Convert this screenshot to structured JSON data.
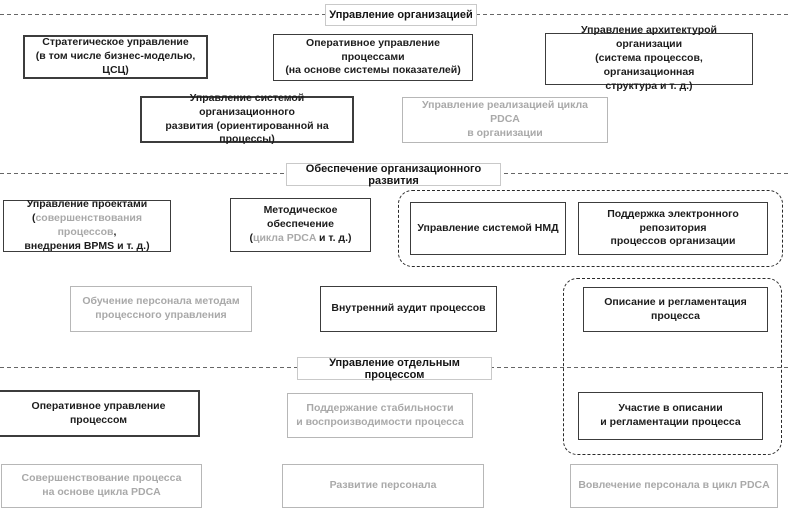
{
  "colors": {
    "active_text": "#1c1c1c",
    "inactive_text": "#a9a9a9",
    "active_border": "#3c3c3c",
    "inactive_border": "#b7b7b7",
    "header_border": "#c9c9c9",
    "divider": "#666666",
    "group_outline": "#2a2a2a",
    "background": "#ffffff"
  },
  "sections": {
    "organization": {
      "header": "Управление организацией",
      "boxes": {
        "strategic": {
          "line1": "Стратегическое управление",
          "line2": "(в том числе бизнес-моделью, ЦСЦ)"
        },
        "operational_processes": {
          "line1": "Оперативное управление процессами",
          "line2": "(на основе системы показателей)"
        },
        "architecture": {
          "line1": "Управление архитектурой организации",
          "line2": "(система процессов, организационная",
          "line3": "структура и т. д.)"
        },
        "org_development_system": {
          "line1": "Управление системой организационного",
          "line2": "развития (ориентированной на процессы)"
        },
        "pdca_realization": {
          "line1": "Управление реализацией цикла PDCA",
          "line2": "в организации"
        }
      }
    },
    "support": {
      "header": "Обеспечение организационного развития",
      "boxes": {
        "projects": {
          "line1": "Управление проектами",
          "line2_open": "(",
          "line2_gray": "совершенствования процессов",
          "line2_comma": ",",
          "line3": "внедрения BPMS и т. д.)"
        },
        "methodical": {
          "line1": "Методическое обеспечение",
          "line2_open": "(",
          "line2_gray": "цикла PDCA",
          "line2_rest": " и т. д.)"
        },
        "nmd_system": {
          "line1": "Управление системой НМД"
        },
        "repository": {
          "line1": "Поддержка электронного репозитория",
          "line2": "процессов организации"
        },
        "training": {
          "line1": "Обучение персонала методам",
          "line2": "процессного управления"
        },
        "audit": {
          "line1": "Внутренний аудит процессов"
        },
        "process_description": {
          "line1": "Описание и регламентация",
          "line2": "процесса"
        }
      }
    },
    "single_process": {
      "header": "Управление отдельным процессом",
      "boxes": {
        "operational": {
          "line1": "Оперативное управление процессом"
        },
        "stability": {
          "line1": "Поддержание стабильности",
          "line2": "и воспроизводимости процесса"
        },
        "participation": {
          "line1": "Участие в описании",
          "line2": "и регламентации процесса"
        },
        "improvement": {
          "line1": "Совершенствование процесса",
          "line2": "на основе цикла PDCA"
        },
        "staff_development": {
          "line1": "Развитие персонала"
        },
        "involvement": {
          "line1": "Вовлечение персонала в цикл PDCA"
        }
      }
    }
  }
}
